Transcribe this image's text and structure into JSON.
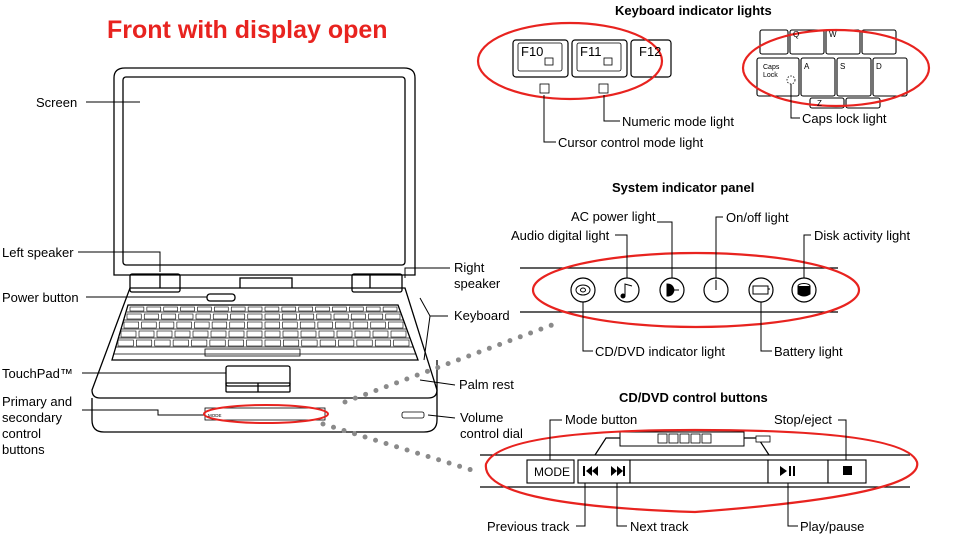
{
  "title": "Front with display open",
  "laptop_labels": {
    "screen": "Screen",
    "left_speaker": "Left speaker",
    "power_button": "Power button",
    "touchpad": "TouchPad™",
    "control_buttons": [
      "Primary and",
      "secondary",
      "control",
      "buttons"
    ],
    "right_speaker": [
      "Right",
      "speaker"
    ],
    "keyboard": "Keyboard",
    "palm_rest": "Palm rest",
    "volume": [
      "Volume",
      "control dial"
    ]
  },
  "keyboard_indicators": {
    "heading": "Keyboard indicator lights",
    "keys": [
      "F10",
      "F11",
      "F12"
    ],
    "caps_key": [
      "Caps",
      "Lock"
    ],
    "letter_keys": [
      "Q",
      "W",
      "A",
      "S",
      "D",
      "Z"
    ],
    "numeric_mode": "Numeric mode light",
    "cursor_mode": "Cursor control mode light",
    "caps_lock": "Caps lock light"
  },
  "system_panel": {
    "heading": "System indicator panel",
    "ac_power": "AC power light",
    "audio_digital": "Audio digital light",
    "on_off": "On/off light",
    "disk_activity": "Disk activity light",
    "cd_dvd": "CD/DVD indicator light",
    "battery": "Battery light"
  },
  "cd_controls": {
    "heading": "CD/DVD control buttons",
    "mode_key": "MODE",
    "mode_button": "Mode button",
    "stop_eject": "Stop/eject",
    "previous": "Previous track",
    "next": "Next track",
    "play_pause": "Play/pause"
  },
  "colors": {
    "title": "#e8231f",
    "callout_ellipse": "#e8231f",
    "leader": "#000000",
    "dots": "#888888"
  }
}
